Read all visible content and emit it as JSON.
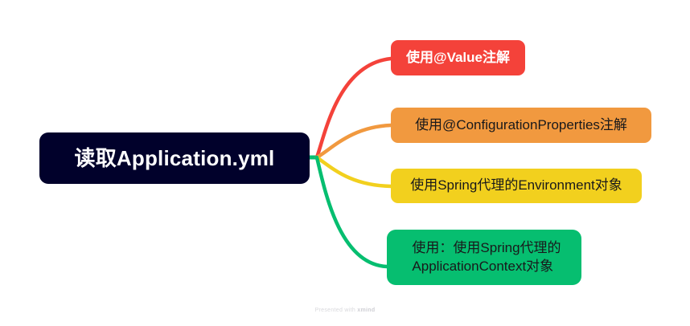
{
  "diagram": {
    "type": "mindmap",
    "root": {
      "label": "读取Application.yml",
      "fill": "#01012b",
      "text_color": "#ffffff"
    },
    "branches": [
      {
        "label": "使用@Value注解",
        "fill": "#f4423a",
        "text_color": "#ffffff",
        "connector_color": "#f4423a"
      },
      {
        "label": "使用@ConfigurationProperties注解",
        "fill": "#f1993f",
        "text_color": "#19191b",
        "connector_color": "#f1993f"
      },
      {
        "label": "使用Spring代理的Environment对象",
        "fill": "#f2d01e",
        "text_color": "#19191b",
        "connector_color": "#f2d01e"
      },
      {
        "label": "使用：使用Spring代理的\nApplicationContext对象",
        "fill": "#06be70",
        "text_color": "#19191b",
        "connector_color": "#06be70"
      }
    ]
  },
  "watermark": {
    "prefix": "Presented with ",
    "brand": "xmind"
  }
}
